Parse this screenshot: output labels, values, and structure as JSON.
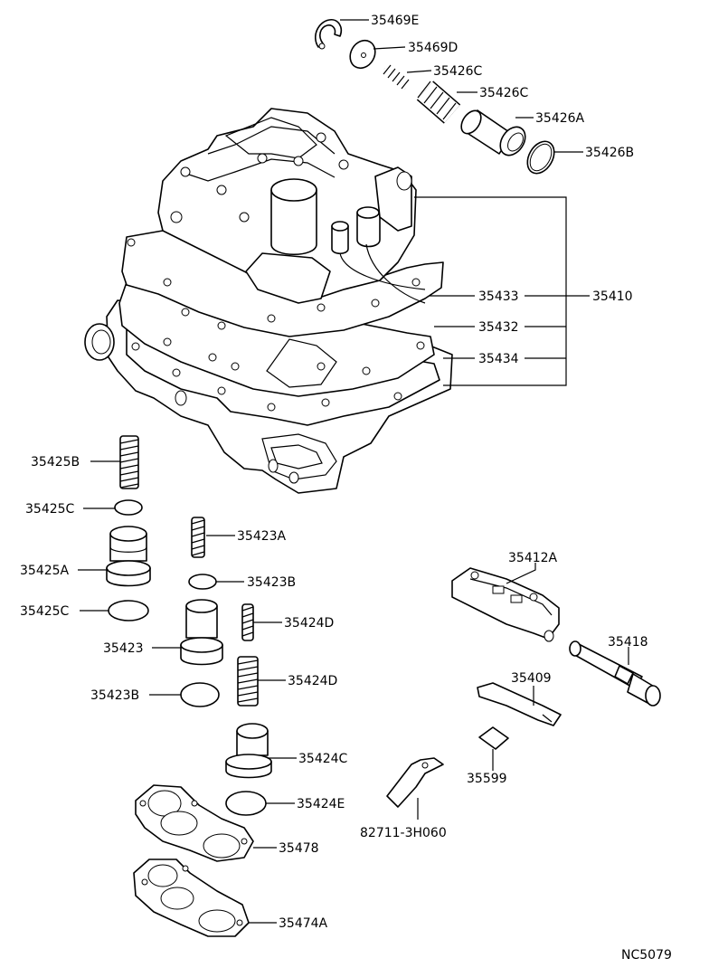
{
  "diagram_code": "NC5079",
  "callouts": [
    {
      "key": "c35469E",
      "text": "35469E"
    },
    {
      "key": "c35469D",
      "text": "35469D"
    },
    {
      "key": "c35426C_1",
      "text": "35426C"
    },
    {
      "key": "c35426C_2",
      "text": "35426C"
    },
    {
      "key": "c35426A",
      "text": "35426A"
    },
    {
      "key": "c35426B",
      "text": "35426B"
    },
    {
      "key": "c35433",
      "text": "35433"
    },
    {
      "key": "c35410",
      "text": "35410"
    },
    {
      "key": "c35432",
      "text": "35432"
    },
    {
      "key": "c35434",
      "text": "35434"
    },
    {
      "key": "c35425B",
      "text": "35425B"
    },
    {
      "key": "c35425C_1",
      "text": "35425C"
    },
    {
      "key": "c35423A",
      "text": "35423A"
    },
    {
      "key": "c35425A",
      "text": "35425A"
    },
    {
      "key": "c35423B_1",
      "text": "35423B"
    },
    {
      "key": "c35425C_2",
      "text": "35425C"
    },
    {
      "key": "c35424D_1",
      "text": "35424D"
    },
    {
      "key": "c35423",
      "text": "35423"
    },
    {
      "key": "c35423B_2",
      "text": "35423B"
    },
    {
      "key": "c35424D_2",
      "text": "35424D"
    },
    {
      "key": "c35412A",
      "text": "35412A"
    },
    {
      "key": "c35418",
      "text": "35418"
    },
    {
      "key": "c35409",
      "text": "35409"
    },
    {
      "key": "c35424C",
      "text": "35424C"
    },
    {
      "key": "c35599",
      "text": "35599"
    },
    {
      "key": "c35424E",
      "text": "35424E"
    },
    {
      "key": "c82711",
      "text": "82711-3H060"
    },
    {
      "key": "c35478",
      "text": "35478"
    },
    {
      "key": "c35474A",
      "text": "35474A"
    }
  ]
}
